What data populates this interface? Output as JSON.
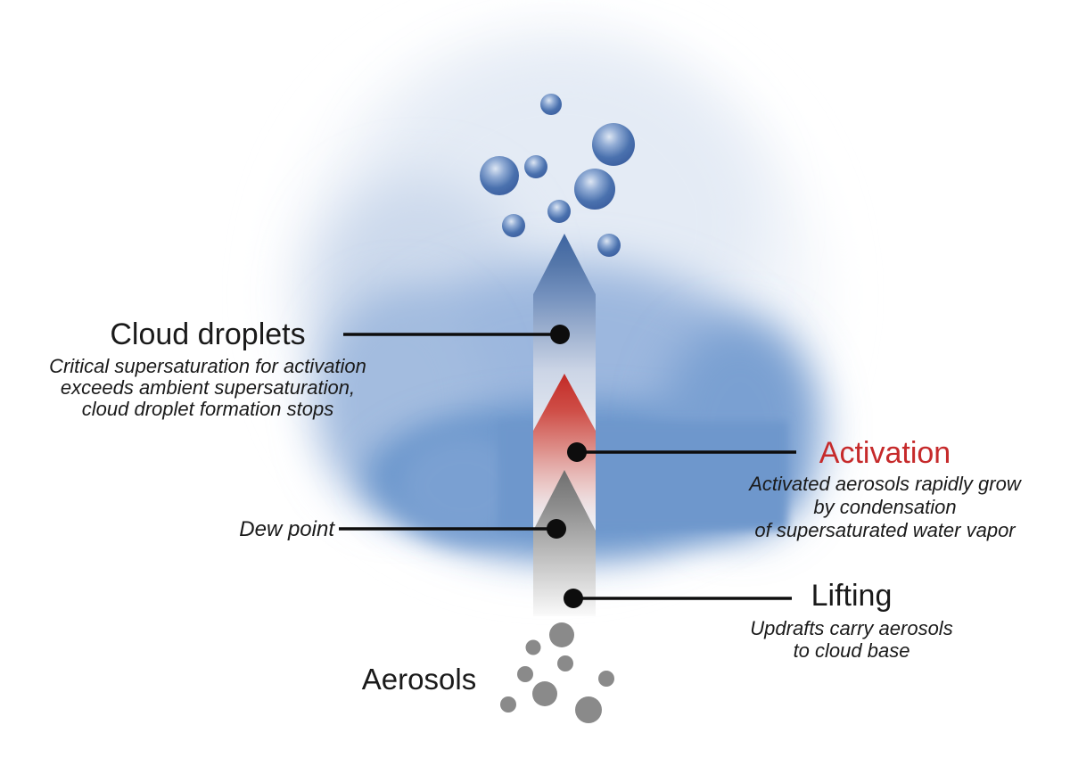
{
  "diagram": {
    "name": "cloud-droplet-activation-diagram"
  },
  "labels": {
    "cloud_droplets": {
      "title": "Cloud droplets",
      "desc1": "Critical supersaturation for activation",
      "desc2": "exceeds ambient supersaturation,",
      "desc3": "cloud droplet formation stops"
    },
    "activation": {
      "title": "Activation",
      "desc1": "Activated aerosols rapidly grow",
      "desc2": "by condensation",
      "desc3": "of supersaturated water vapor"
    },
    "dew_point": {
      "title": "Dew point"
    },
    "lifting": {
      "title": "Lifting",
      "desc1": "Updrafts carry aerosols",
      "desc2": "to cloud base"
    },
    "aerosols": {
      "title": "Aerosols"
    }
  },
  "colors": {
    "activation_red": "#c62a2b",
    "arrow_tip_blue": "#3d64a0",
    "arrow_red": "#c22a26",
    "arrow_gray": "#6e6e6e",
    "cloud_blue": "#6b96cc",
    "cloud_light": "#e4ebf5",
    "droplet_sphere_blue": "#37599b",
    "aerosol_gray": "#8a8a8a",
    "annotation_black": "#0d0d0d",
    "text_black": "#1a1a1a"
  }
}
